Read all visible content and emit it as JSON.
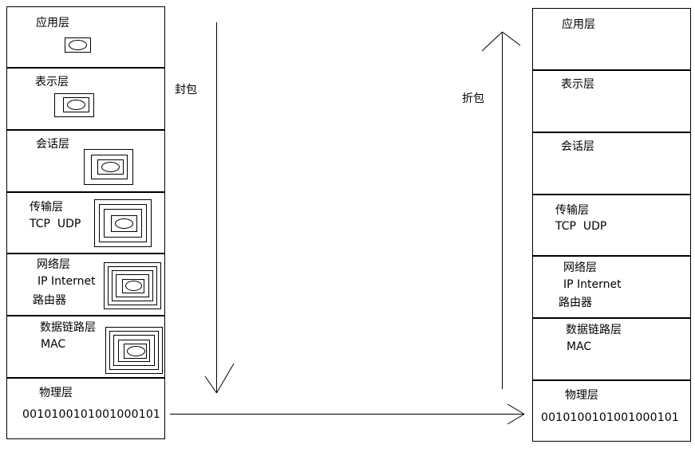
{
  "left_stack": {
    "layers": [
      {
        "name": "应用层"
      },
      {
        "name": "表示层"
      },
      {
        "name": "会话层"
      },
      {
        "name": "传输层",
        "detail": "TCP  UDP"
      },
      {
        "name": "网络层",
        "detail": "IP Internet",
        "extra": "路由器"
      },
      {
        "name": "数据链路层",
        "detail": "MAC"
      },
      {
        "name": "物理层",
        "bits": "0010100101001000101"
      }
    ]
  },
  "right_stack": {
    "layers": [
      {
        "name": "应用层"
      },
      {
        "name": "表示层"
      },
      {
        "name": "会话层"
      },
      {
        "name": "传输层",
        "detail": "TCP  UDP"
      },
      {
        "name": "网络层",
        "detail": "IP Internet",
        "extra": "路由器"
      },
      {
        "name": "数据链路层",
        "detail": "MAC"
      },
      {
        "name": "物理层",
        "bits": "0010100101001000101"
      }
    ]
  },
  "arrows": {
    "encapsulate_label": "封包",
    "decapsulate_label": "折包"
  }
}
